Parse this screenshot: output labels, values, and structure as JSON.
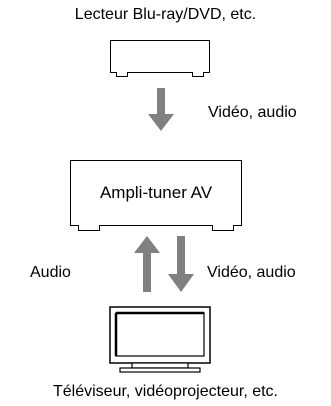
{
  "source_device": {
    "label": "Lecteur Blu-ray/DVD, etc."
  },
  "link_top": {
    "label": "Vidéo, audio"
  },
  "receiver": {
    "label": "Ampli-tuner AV"
  },
  "link_bottom": {
    "left_label": "Audio",
    "right_label": "Vidéo, audio"
  },
  "display_device": {
    "label": "Téléviseur, vidéoprojecteur, etc."
  },
  "colors": {
    "arrow": "#808080",
    "outline": "#000000"
  }
}
